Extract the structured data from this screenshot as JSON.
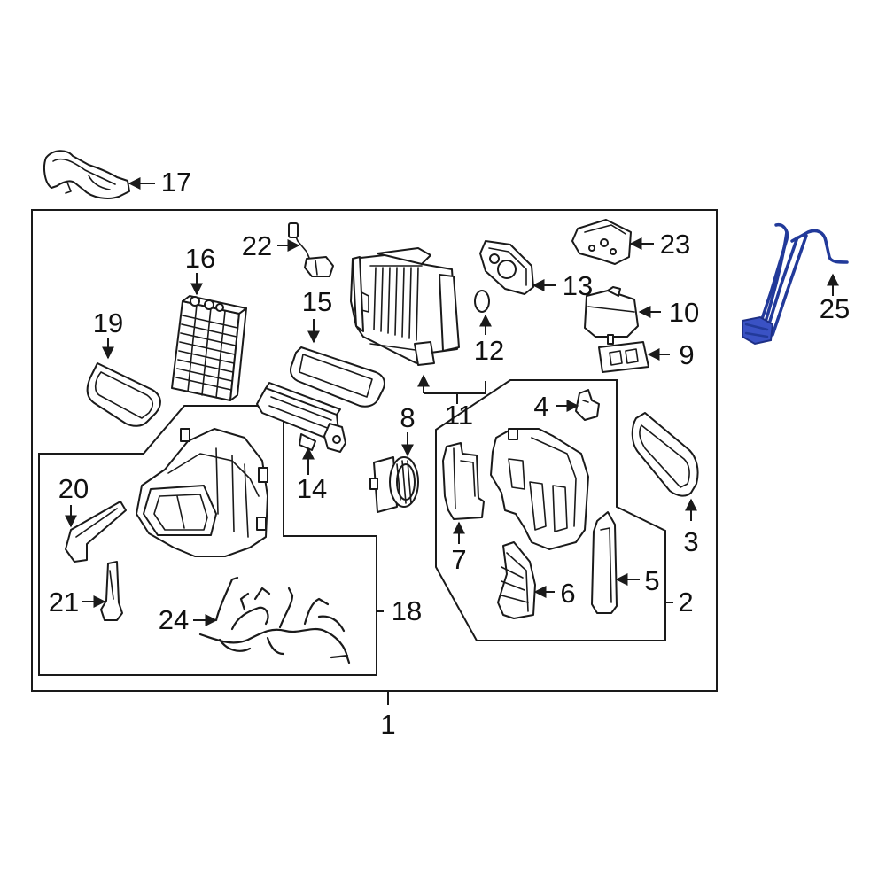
{
  "diagram": {
    "callouts": {
      "c1": "1",
      "c2": "2",
      "c3": "3",
      "c4": "4",
      "c5": "5",
      "c6": "6",
      "c7": "7",
      "c8": "8",
      "c9": "9",
      "c10": "10",
      "c11": "11",
      "c12": "12",
      "c13": "13",
      "c14": "14",
      "c15": "15",
      "c16": "16",
      "c17": "17",
      "c18": "18",
      "c19": "19",
      "c20": "20",
      "c21": "21",
      "c22": "22",
      "c23": "23",
      "c24": "24",
      "c25": "25"
    },
    "highlight_part": "25",
    "colors": {
      "line": "#1a1a1a",
      "highlight": "#223a9a",
      "background": "#ffffff"
    }
  }
}
